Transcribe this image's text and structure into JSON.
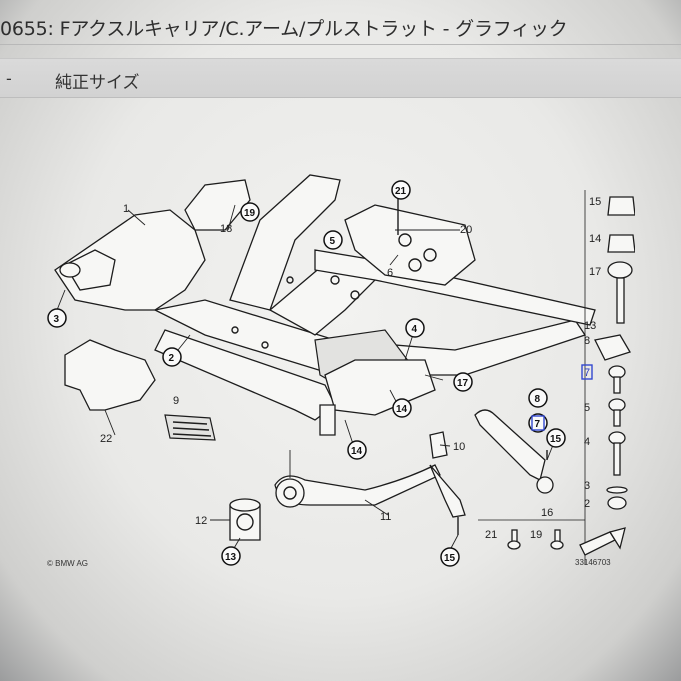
{
  "header": {
    "title": "0655: Fアクスルキャリア/C.アーム/プルストラット - グラフィック"
  },
  "toolbar": {
    "dash": "-",
    "size_label": "純正サイズ"
  },
  "diagram": {
    "copyright": "© BMW AG",
    "drawing_number": "33146703",
    "labels": {
      "p1": "1",
      "p2": "2",
      "p3": "3",
      "p4": "4",
      "p5": "5",
      "p6": "6",
      "p9": "9",
      "p10": "10",
      "p11": "11",
      "p12": "12",
      "p13": "13",
      "p14a": "14",
      "p14b": "14",
      "p15a": "15",
      "p15b": "15",
      "p16": "16",
      "p17": "17",
      "p18": "18",
      "p19": "19",
      "p20": "20",
      "p21": "21",
      "p22": "22",
      "p8": "8",
      "p7": "7"
    },
    "sidebar_labels": {
      "s15": "15",
      "s14": "14",
      "s17": "17",
      "s13": "13",
      "s8": "8",
      "s7": "7",
      "s5": "5",
      "s4": "4",
      "s3": "3",
      "s2": "2",
      "b21": "21",
      "b19": "19"
    }
  }
}
